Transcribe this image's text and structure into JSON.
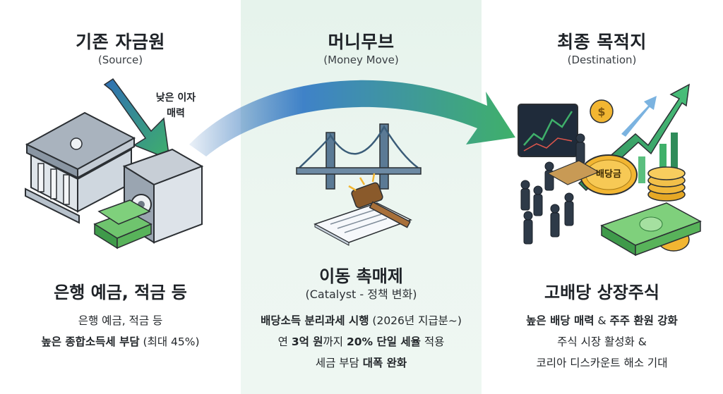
{
  "source": {
    "title": "기존 자금원",
    "subtitle": "(Source)",
    "arrow_label_1": "낮은 이자",
    "arrow_label_2": "매력",
    "heading": "은행 예금, 적금 등",
    "line1": "은행 예금, 적금 등",
    "line2_bold": "높은 종합소득세 부담",
    "line2_rest": " (최대 45%)"
  },
  "move": {
    "title": "머니무브",
    "subtitle": "(Money Move)",
    "heading": "이동 촉매제",
    "heading_sub": "(Catalyst - 정책 변화)",
    "line1_bold": "배당소득 분리과세 시행",
    "line1_rest": " (2026년 지급분~)",
    "line2_a": "연 ",
    "line2_b": "3억 원",
    "line2_c": "까지 ",
    "line2_d": "20% 단일 세율",
    "line2_e": " 적용",
    "line3_a": "세금 부담 ",
    "line3_b": "대폭 완화"
  },
  "destination": {
    "title": "최종 목적지",
    "subtitle": "(Destination)",
    "badge": "배당금",
    "heading": "고배당 상장주식",
    "line1_a": "높은 배당 매력",
    "line1_b": " & ",
    "line1_c": "주주 환원 강화",
    "line2": "주식 시장 활성화 &",
    "line3": "코리아 디스카운트 해소 기대"
  },
  "colors": {
    "accent_green": "#3fb06a",
    "accent_blue": "#2f6fb5",
    "money_green": "#4caf50",
    "gold": "#f2b632"
  }
}
